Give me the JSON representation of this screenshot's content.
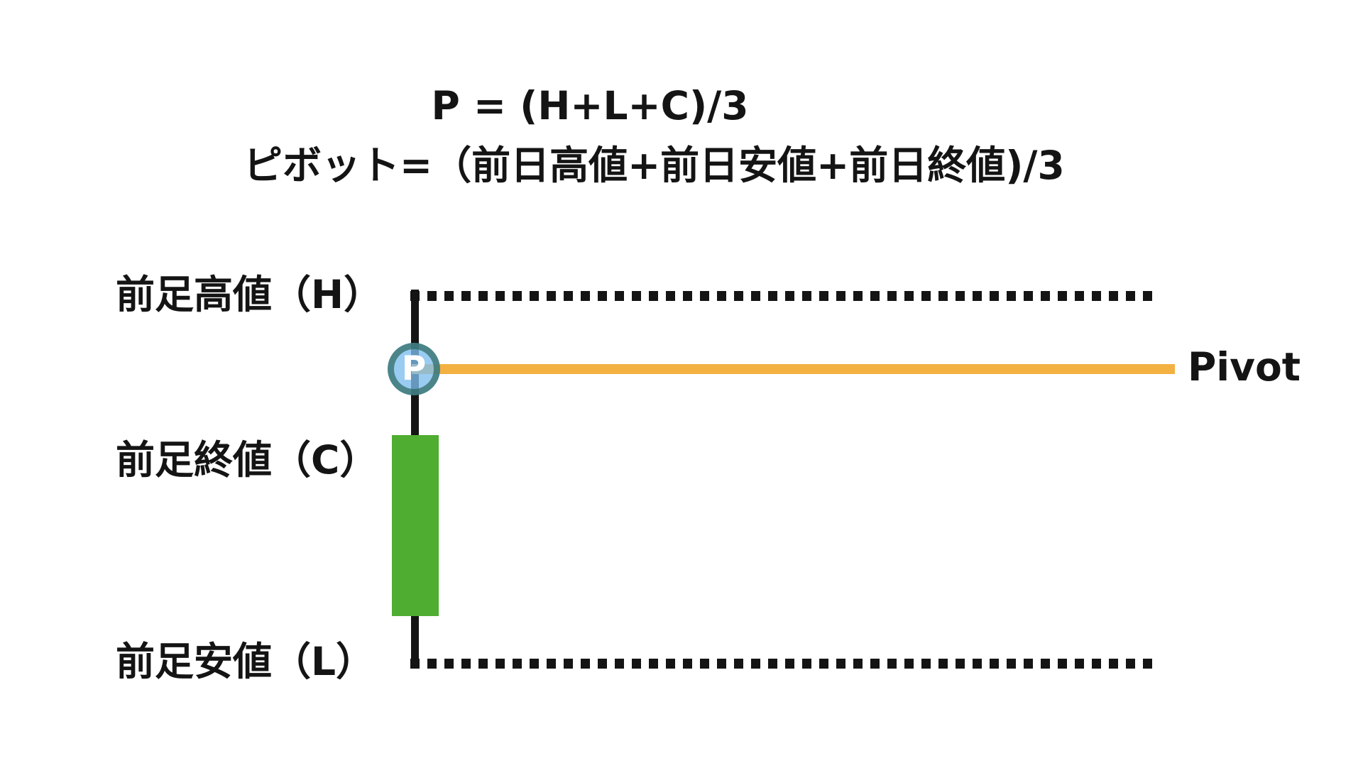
{
  "title": {
    "formula_en": "P = (H+L+C)/3",
    "formula_jp": "ピボット=（前日高値+前日安値+前日終値)/3"
  },
  "labels": {
    "high": "前足高値（H）",
    "close": "前足終値（C）",
    "low": "前足安値（L）",
    "pivot": "Pivot",
    "pivot_marker": "P"
  },
  "colors": {
    "ink": "#141414",
    "candle_green": "#4FAD31",
    "pivot_orange": "#F3B141",
    "marker_fill_rgba": "rgba(126, 190, 238, 0.78)",
    "marker_border_rgba": "rgba(45, 105, 95, 0.72)"
  },
  "diagram": {
    "type": "pivot-point-explainer",
    "candle": {
      "kind": "previous-bar",
      "high_line": "dotted",
      "low_line": "dotted",
      "body_color_name": "green",
      "pivot_position": "between high and close, (H+L+C)/3"
    }
  }
}
